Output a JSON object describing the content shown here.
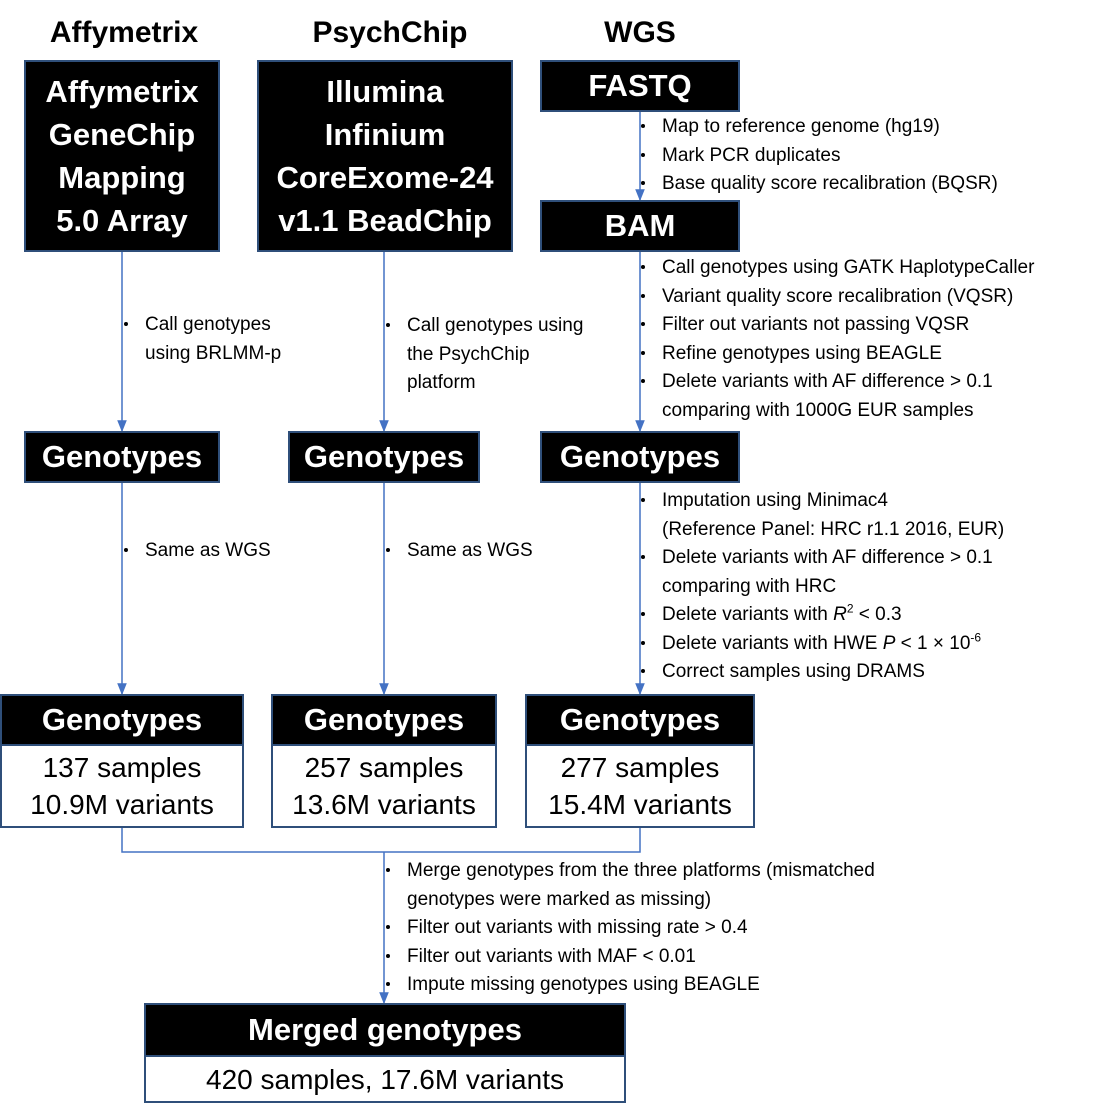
{
  "columns": {
    "affy": {
      "header": "Affymetrix",
      "platform": [
        "Affymetrix",
        "GeneChip",
        "Mapping",
        "5.0 Array"
      ],
      "steps1": [
        "Call genotypes",
        "using BRLMM-p"
      ],
      "geno_label": "Genotypes",
      "steps2": [
        "Same as WGS"
      ],
      "result_title": "Genotypes",
      "samples": "137 samples",
      "variants": "10.9M variants"
    },
    "psych": {
      "header": "PsychChip",
      "platform": [
        "Illumina",
        "Infinium",
        "CoreExome-24",
        "v1.1 BeadChip"
      ],
      "steps1": [
        "Call genotypes using",
        "the PsychChip",
        "platform"
      ],
      "geno_label": "Genotypes",
      "steps2": [
        "Same as WGS"
      ],
      "result_title": "Genotypes",
      "samples": "257 samples",
      "variants": "13.6M variants"
    },
    "wgs": {
      "header": "WGS",
      "fastq": "FASTQ",
      "fastq_steps": [
        "Map to reference genome (hg19)",
        "Mark PCR duplicates",
        "Base quality score recalibration (BQSR)"
      ],
      "bam": "BAM",
      "bam_steps": [
        "Call genotypes using GATK HaplotypeCaller",
        "Variant quality score recalibration (VQSR)",
        "Filter out variants not passing VQSR",
        "Refine genotypes using BEAGLE",
        "Delete variants with AF difference > 0.1",
        "comparing with 1000G EUR samples"
      ],
      "geno_label": "Genotypes",
      "imp_steps": {
        "s1a": "Imputation using Minimac4",
        "s1b": "(Reference Panel: HRC r1.1 2016, EUR)",
        "s2a": "Delete variants with AF difference > 0.1",
        "s2b": "comparing with HRC",
        "s3_pre": "Delete variants with ",
        "s3_var": "R",
        "s3_sup": "2",
        "s3_post": " < 0.3",
        "s4_pre": "Delete variants with HWE ",
        "s4_var": "P",
        "s4_mid": " < 1 × 10",
        "s4_sup": "-6",
        "s5": "Correct samples using DRAMS"
      },
      "result_title": "Genotypes",
      "samples": "277 samples",
      "variants": "15.4M variants"
    }
  },
  "merge_steps": {
    "s1a": "Merge genotypes from the three platforms (mismatched",
    "s1b": "genotypes were marked as missing)",
    "s2": "Filter out variants with missing rate > 0.4",
    "s3": "Filter out variants with MAF < 0.01",
    "s4": "Impute missing genotypes using BEAGLE"
  },
  "merged": {
    "title": "Merged genotypes",
    "summary": "420 samples, 17.6M variants"
  },
  "colors": {
    "connector": "#4472c4",
    "box": "#000000",
    "border": "#2f4f7a"
  }
}
